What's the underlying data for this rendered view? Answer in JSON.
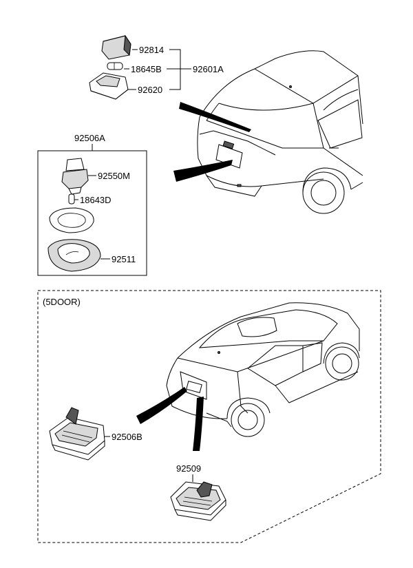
{
  "callouts": {
    "top_cap": "92814",
    "top_bulb": "18645B",
    "top_assembly": "92601A",
    "top_housing": "92620",
    "box_header": "92506A",
    "box_socket": "92550M",
    "box_bulb": "18643D",
    "box_lens": "92511",
    "lower_lamp_b": "92506B",
    "lower_lamp": "92509"
  },
  "section_label": "(5DOOR)"
}
